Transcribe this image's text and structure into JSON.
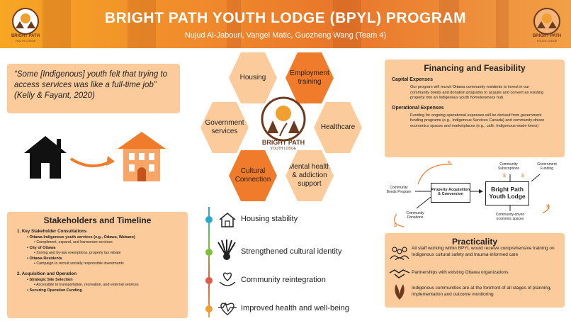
{
  "header": {
    "title": "BRIGHT PATH YOUTH LODGE (BPYL) PROGRAM",
    "authors": "Nujud Al-Jabouri, Vangel Matic, Guozheng Wang (Team 4)",
    "logo_text": "BRIGHT PATH",
    "logo_subtext": "YOUTH LODGE"
  },
  "quote": {
    "text": "“Some [Indigenous] youth felt that trying to access services was like a full-time job”",
    "citation": "(Kelly & Fayant, 2020)"
  },
  "hexes": {
    "housing": "Housing",
    "employment": "Employment training",
    "government": "Government services",
    "healthcare": "Healthcare",
    "cultural": "Cultural Connection",
    "mental": "Mental health & addiction support",
    "center_logo_text": "BRIGHT PATH",
    "center_logo_subtext": "YOUTH LODGE"
  },
  "outcomes": [
    {
      "label": "Housing stability",
      "icon": "house-icon"
    },
    {
      "label": "Strengthened cultural identity",
      "icon": "headdress-icon"
    },
    {
      "label": "Community reintegration",
      "icon": "hands-heart-icon"
    },
    {
      "label": "Improved health and well-being",
      "icon": "heartbeat-icon"
    }
  ],
  "stakeholders": {
    "title": "Stakeholders and Timeline",
    "sec1": "1. Key Stakeholder Consultations",
    "s1a": "Ottawa Indigenous youth services (e.g., Odawa, Wabano)",
    "s1a_sub": "Compliment, expand, and harmonize services",
    "s1b": "City of Ottawa",
    "s1b_sub": "Zoning and by-law exemptions, property tax rebate",
    "s1c": "Ottawa Residents",
    "s1c_sub": "Campaign to recruit socially responsible investments",
    "sec2": "2. Acquisition and Operation",
    "s2a": "Strategic Site Selection",
    "s2a_sub": "Accessible to transportation, recreation, and external services",
    "s2b": "Securing Operation Funding"
  },
  "financing": {
    "title": "Financing and Feasibility",
    "capital_head": "Capital Expenses",
    "capital_text": "Our program will recruit Ottawa community residents to invest in our community bonds and donation programs to acquire and convert an existing property into an Indigenous youth homelessness hub.",
    "operational_head": "Operational Expenses",
    "operational_text": "Funding for ongoing operational expenses will be derived from government funding programs (e.g., Indigenous Services Canada) and community-driven economics spaces and marketplaces (e.g., café, Indigenous-made items)"
  },
  "flow": {
    "bonds": "Community Bonds Program",
    "donations": "Community Donations",
    "acquisition": "Property Acquisition & Conversion",
    "lodge": "Bright Path Youth Lodge",
    "subscriptions": "Community Subscriptions",
    "gov_funding": "Government Funding",
    "economic": "Community-driven economic spaces",
    "dollar": "$"
  },
  "practicality": {
    "title": "Practicality",
    "item1": "All staff working within BPYL would receive comprehensive training on Indigenous cultural safety and trauma-informed care",
    "item2": "Partnerships with existing Ottawa organizations",
    "item3": "Indigenous communities are at the forefront of all stages of planning, implementation and outcome monitoring"
  },
  "colors": {
    "orange": "#f07b2b",
    "peach": "#fbcb9c",
    "brown": "#6b3a1f"
  }
}
